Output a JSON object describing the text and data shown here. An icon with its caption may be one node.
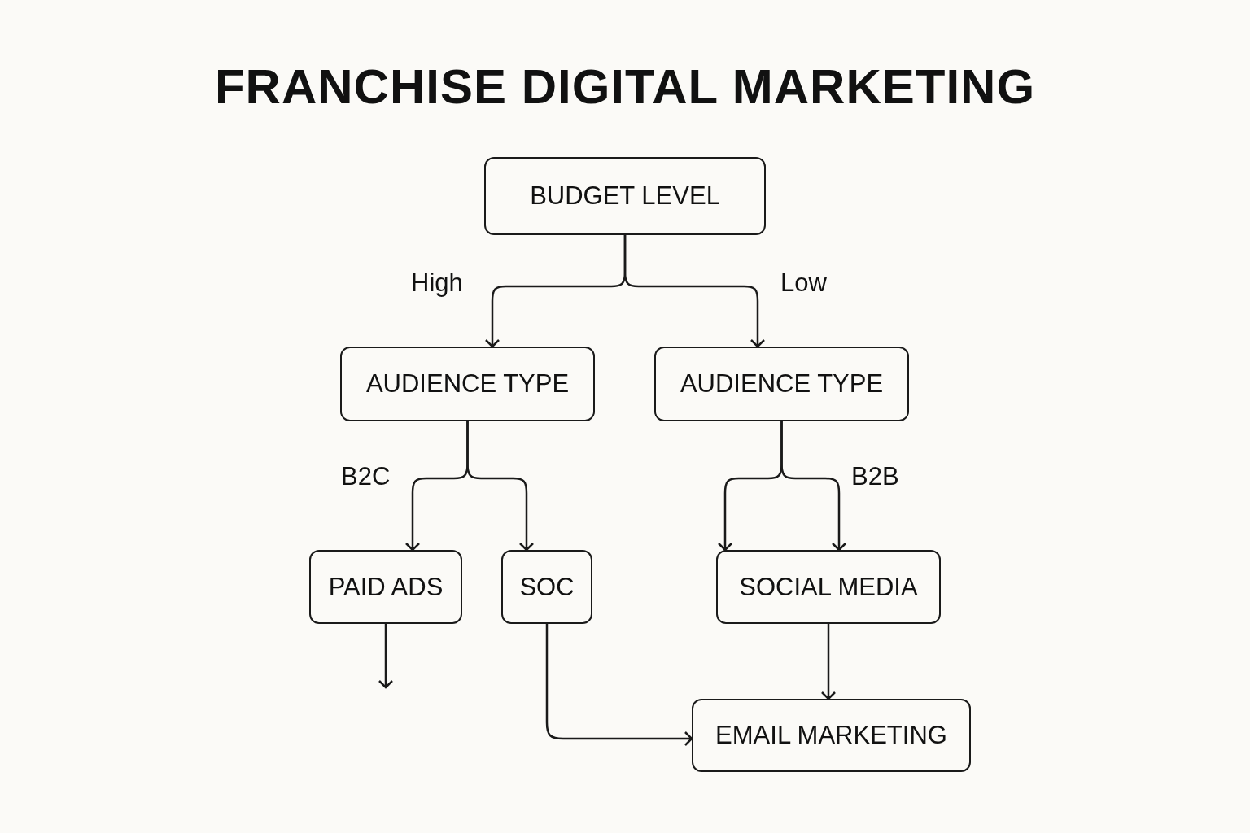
{
  "diagram": {
    "title": "FRANCHISE DIGITAL MARKETING",
    "nodes": [
      {
        "text": [
          "BUDGET LEVEL"
        ]
      },
      {
        "text": [
          "AUDIENCE TYPE"
        ]
      },
      {
        "text": [
          "AUDIENCE TYPE"
        ]
      },
      {
        "text": [
          "PAID ADS"
        ]
      },
      {
        "text": [
          "SOC"
        ]
      },
      {
        "text": [
          "SOCIAL MEDIA"
        ]
      },
      {
        "text": [
          "EMAIL MARKETING"
        ]
      }
    ],
    "edges": [
      {
        "from": 0,
        "to": 1,
        "arrow": "to",
        "label": "High"
      },
      {
        "from": 0,
        "to": 2,
        "arrow": "to",
        "label": "Low"
      },
      {
        "from": 1,
        "to": 3,
        "arrow": "to",
        "label": "B2C"
      },
      {
        "from": 1,
        "to": 4,
        "arrow": "to"
      },
      {
        "from": 2,
        "to": 5,
        "arrow": "to"
      },
      {
        "from": 2,
        "to": 5,
        "arrow": "to",
        "label": "B2B"
      },
      {
        "from": 3,
        "to": null,
        "arrow": "to"
      },
      {
        "from": 4,
        "to": 6,
        "arrow": "to"
      },
      {
        "from": 5,
        "to": 6,
        "arrow": "to"
      }
    ]
  }
}
